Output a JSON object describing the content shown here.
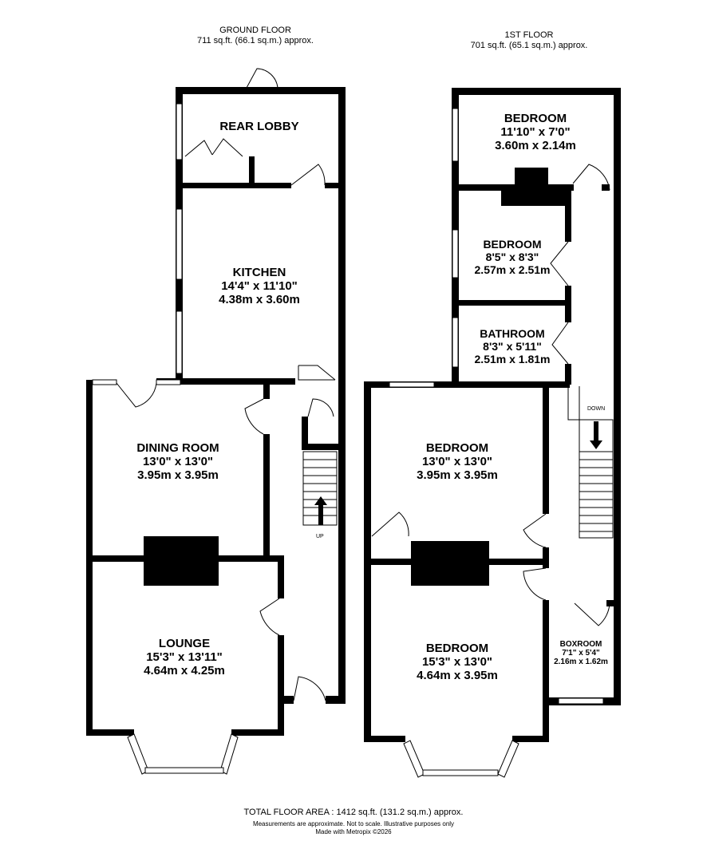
{
  "ground_floor": {
    "title": "GROUND FLOOR",
    "area": "711 sq.ft. (66.1 sq.m.) approx.",
    "rooms": {
      "rear_lobby": {
        "name": "REAR LOBBY"
      },
      "kitchen": {
        "name": "KITCHEN",
        "imperial": "14'4\"  x 11'10\"",
        "metric": "4.38m  x 3.60m"
      },
      "dining": {
        "name": "DINING ROOM",
        "imperial": "13'0\"  x 13'0\"",
        "metric": "3.95m  x 3.95m"
      },
      "lounge": {
        "name": "LOUNGE",
        "imperial": "15'3\"  x 13'11\"",
        "metric": "4.64m  x 4.25m"
      }
    },
    "stair_label": "UP"
  },
  "first_floor": {
    "title": "1ST FLOOR",
    "area": "701 sq.ft. (65.1 sq.m.) approx.",
    "rooms": {
      "bed1": {
        "name": "BEDROOM",
        "imperial": "11'10\"  x 7'0\"",
        "metric": "3.60m  x 2.14m"
      },
      "bed2": {
        "name": "BEDROOM",
        "imperial": "8'5\"  x 8'3\"",
        "metric": "2.57m  x 2.51m"
      },
      "bath": {
        "name": "BATHROOM",
        "imperial": "8'3\"  x 5'11\"",
        "metric": "2.51m  x 1.81m"
      },
      "bed3": {
        "name": "BEDROOM",
        "imperial": "13'0\"  x 13'0\"",
        "metric": "3.95m  x 3.95m"
      },
      "bed4": {
        "name": "BEDROOM",
        "imperial": "15'3\"  x 13'0\"",
        "metric": "4.64m  x 3.95m"
      },
      "box": {
        "name": "BOXROOM",
        "imperial": "7'1\"  x 5'4\"",
        "metric": "2.16m  x 1.62m"
      }
    },
    "stair_label": "DOWN"
  },
  "footer": {
    "total": "TOTAL FLOOR AREA : 1412 sq.ft. (131.2 sq.m.) approx.",
    "disclaimer": "Measurements are approximate.  Not to scale.  Illustrative purposes only",
    "credit": "Made with Metropix ©2026"
  }
}
